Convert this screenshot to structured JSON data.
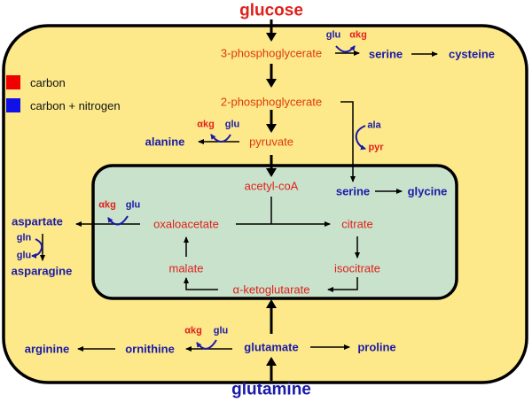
{
  "colors": {
    "carbon": "#f00000",
    "carbon_nitrogen": "#1010e8",
    "cytoplasm": "#fde98a",
    "mitochondrion": "#c8e2cc"
  },
  "legend": {
    "items": [
      {
        "label": "carbon",
        "color": "#f00000"
      },
      {
        "label": "carbon + nitrogen",
        "color": "#1010e8"
      }
    ]
  },
  "inputs": {
    "glucose": "glucose",
    "glutamine": "glutamine"
  },
  "glycolysis": {
    "pg3": "3-phosphoglycerate",
    "pg2": "2-phosphoglycerate",
    "pyruvate": "pyruvate",
    "acetyl_coa": "acetyl-coA"
  },
  "tca": {
    "oxaloacetate": "oxaloacetate",
    "citrate": "citrate",
    "isocitrate": "isocitrate",
    "akg": "α-ketoglutarate",
    "malate": "malate"
  },
  "amino_acids": {
    "serine_cyto": "serine",
    "cysteine": "cysteine",
    "alanine": "alanine",
    "serine_mito": "serine",
    "glycine": "glycine",
    "aspartate": "aspartate",
    "asparagine": "asparagine",
    "glutamate": "glutamate",
    "proline": "proline",
    "ornithine": "ornithine",
    "arginine": "arginine"
  },
  "cofactors": {
    "serine_glu": "glu",
    "serine_akg": "αkg",
    "alanine_akg": "αkg",
    "alanine_glu": "glu",
    "ala": "ala",
    "pyr": "pyr",
    "aspartate_akg": "αkg",
    "aspartate_glu": "glu",
    "gln": "gln",
    "asparagine_glu": "glu",
    "ornithine_akg": "αkg",
    "ornithine_glu": "glu"
  }
}
